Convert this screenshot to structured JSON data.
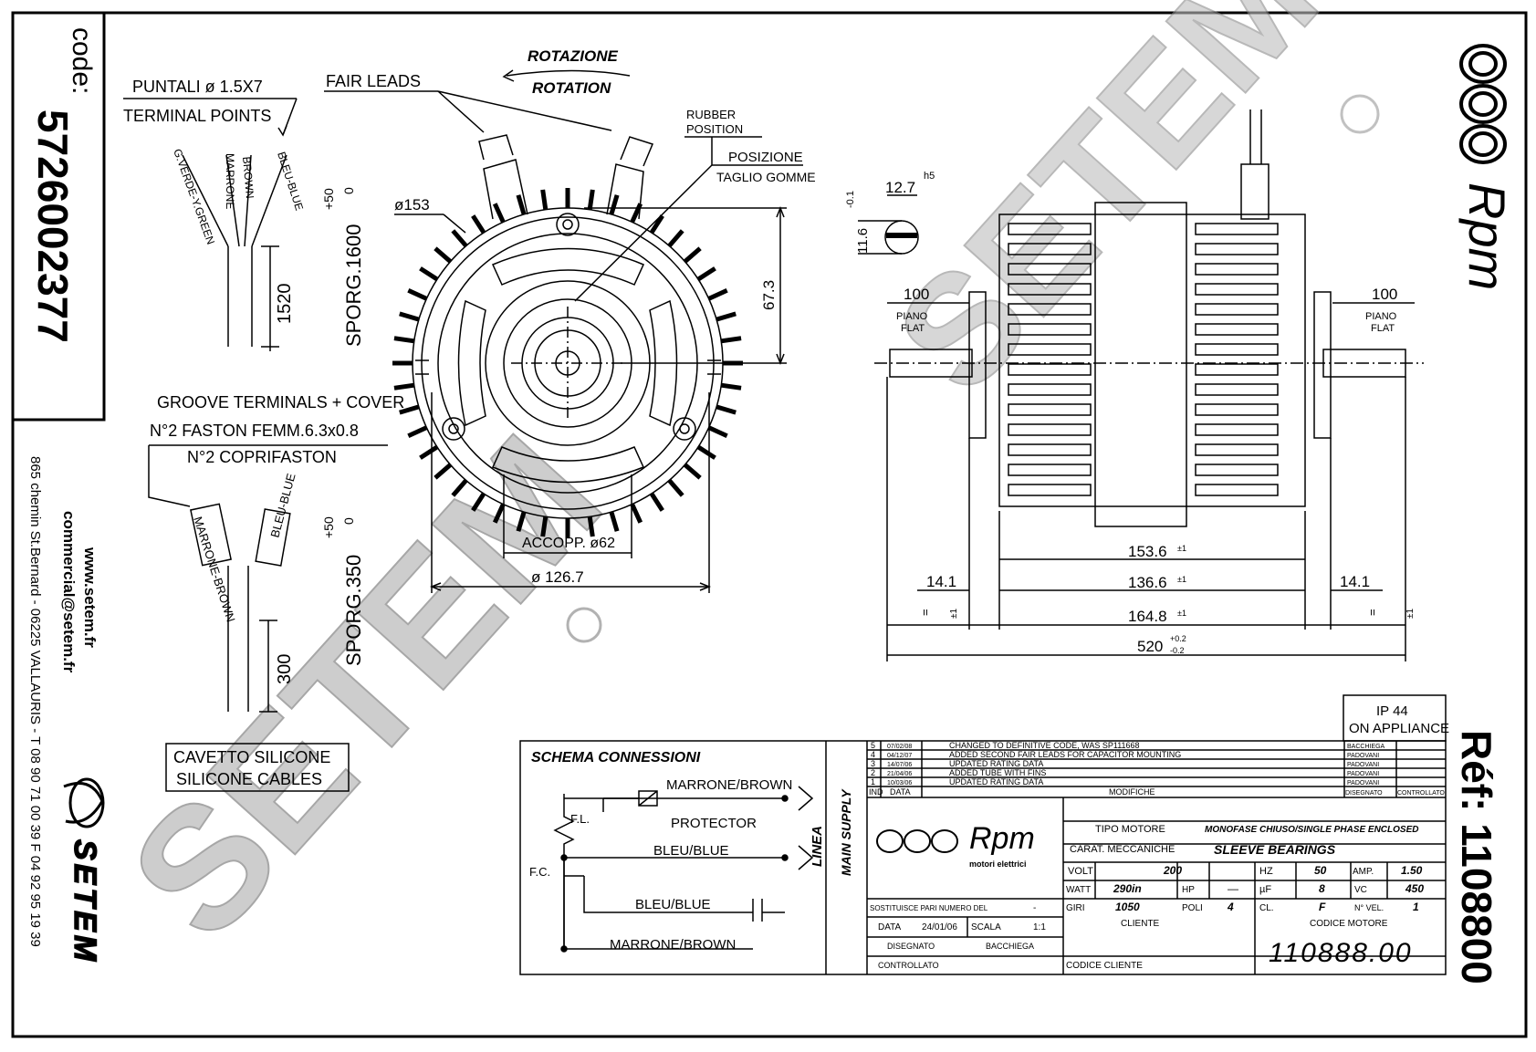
{
  "side_panel": {
    "code_label": "code:",
    "code_value": "5726002377",
    "website": "www.setem.fr",
    "email": "commercial@setem.fr",
    "address": "865 chemin St.Bernard  -  06225 VALLAURIS  -  T 08 90 71 00 39   F 04 92 95 19 39",
    "brand": "SETEM"
  },
  "right_panel": {
    "brand_logo": "Rpm",
    "ref_label": "Réf: 1108800"
  },
  "watermark": {
    "text": "SETEM"
  },
  "labels": {
    "puntali": "PUNTALI ø 1.5X7",
    "terminal_points": "TERMINAL POINTS",
    "fair_leads": "FAIR LEADS",
    "rotazione": "ROTAZIONE",
    "rotation": "ROTATION",
    "rubber_position": "RUBBER",
    "rubber_position2": "POSITION",
    "posizione": "POSIZIONE",
    "taglio_gomme": "TAGLIO GOMME",
    "groove_terminals": "GROOVE TERMINALS + COVER",
    "faston": "N°2 FASTON FEMM.6.3x0.8",
    "coprifaston": "N°2 COPRIFASTON",
    "cavetto": "CAVETTO SILICONE",
    "silicone_cables": "SILICONE CABLES",
    "wire_green": "G.VERDE-Y.GREEN",
    "wire_marrone": "MARRONE",
    "wire_brown": "BROWN",
    "wire_bleu": "BLEU-BLUE",
    "wire_marrone_brown": "MARRONE-BROWN",
    "wire_bleu_blue": "BLEU-BLUE",
    "piano_flat_1": "PIANO",
    "piano_flat_2": "FLAT",
    "ip44": "IP 44",
    "on_appliance": "ON APPLIANCE"
  },
  "dimensions": {
    "d153": "ø153",
    "d126": "ø 126.7",
    "accopp": "ACCOPP. ø62",
    "d67": "67.3",
    "sporg1600": "SPORG.1600",
    "tol50a": "+50",
    "tol0a": "0",
    "d1520": "1520",
    "sporg350": "SPORG.350",
    "tol50b": "+50",
    "tol0b": "0",
    "d300": "300",
    "shaft_d": "12.7",
    "shaft_h5": "h5",
    "shaft_flat": "11.6",
    "shaft_tol": "-0.1",
    "flat100a": "100",
    "flat100b": "100",
    "d153_6": "153.6",
    "d136_6": "136.6",
    "d164_8": "164.8",
    "d520": "520",
    "d14_1a": "14.1",
    "d14_1b": "14.1",
    "tol_pm1": "±1",
    "tol_02": "+0.2",
    "tol_m02": "-0.2",
    "small_equal": "="
  },
  "schema": {
    "title": "SCHEMA CONNESSIONI",
    "marrone_brown": "MARRONE/BROWN",
    "protector": "PROTECTOR",
    "bleu_blue": "BLEU/BLUE",
    "fl": "F.L.",
    "fc": "F.C.",
    "bleu_blue2": "BLEU/BLUE",
    "marrone_brown2": "MARRONE/BROWN",
    "linea": "LINEA",
    "main_supply": "MAIN SUPPLY"
  },
  "revisions": [
    {
      "n": "5",
      "date": "07/02/08",
      "desc": "CHANGED TO DEFINITIVE CODE, WAS SP111668",
      "by": "BACCHIEGA"
    },
    {
      "n": "4",
      "date": "04/12/07",
      "desc": "ADDED SECOND FAIR LEADS FOR CAPACITOR MOUNTING",
      "by": "PADOVANI"
    },
    {
      "n": "3",
      "date": "14/07/06",
      "desc": "UPDATED RATING DATA",
      "by": "PADOVANI"
    },
    {
      "n": "2",
      "date": "21/04/06",
      "desc": "ADDED TUBE WITH FINS",
      "by": "PADOVANI"
    },
    {
      "n": "1",
      "date": "10/03/06",
      "desc": "UPDATED RATING DATA",
      "by": "PADOVANI"
    }
  ],
  "rev_header": {
    "ind": "IND",
    "data": "DATA",
    "modifiche": "MODIFICHE",
    "disegnato": "DISEGNATO",
    "controllato": "CONTROLLATO"
  },
  "title_block": {
    "logo": "Rpm",
    "logo_sub": "motori elettrici",
    "tipo_motore_label": "TIPO MOTORE",
    "tipo_motore": "MONOFASE CHIUSO/SINGLE PHASE ENCLOSED",
    "carat_label": "CARAT. MECCANICHE",
    "carat": "SLEEVE BEARINGS",
    "volt_label": "VOLT",
    "volt": "200",
    "hz_label": "HZ",
    "hz": "50",
    "amp_label": "AMP.",
    "amp": "1.50",
    "watt_label": "WATT",
    "watt": "290in",
    "hp_label": "HP",
    "hp": "—",
    "uf_label": "µF",
    "uf": "8",
    "vc_label": "VC",
    "vc": "450",
    "giri_label": "GIRI",
    "giri": "1050",
    "poli_label": "POLI",
    "poli": "4",
    "cl_label": "CL.",
    "cl": "F",
    "nvel_label": "N° VEL.",
    "nvel": "1",
    "sostituisce": "SOSTITUISCE PARI NUMERO DEL",
    "sostituisce_val": "-",
    "data_label": "DATA",
    "data": "24/01/06",
    "scala_label": "SCALA",
    "scala": "1:1",
    "disegnato_label": "DISEGNATO",
    "disegnato": "BACCHIEGA",
    "controllato_label": "CONTROLLATO",
    "cliente_label": "CLIENTE",
    "codice_cliente_label": "CODICE CLIENTE",
    "codice_motore_label": "CODICE MOTORE",
    "codice_motore": "110888.00"
  }
}
